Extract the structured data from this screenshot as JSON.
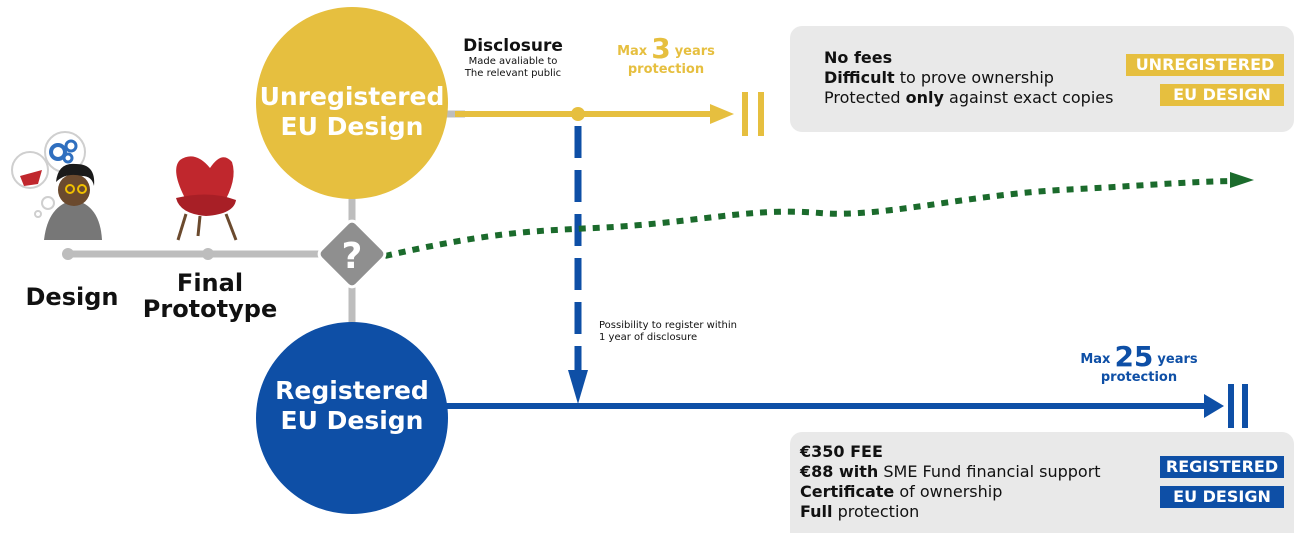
{
  "steps": {
    "design": "Design",
    "final_line1": "Final",
    "final_line2": "Prototype"
  },
  "unregistered": {
    "circle_line1": "Unregistered",
    "circle_line2": "EU Design",
    "disclosure_title": "Disclosure",
    "disclosure_line1": "Made avaliable to",
    "disclosure_line2": "The relevant public",
    "max_prefix": "Max",
    "max_number": "3",
    "max_unit": "years",
    "max_suffix": "protection",
    "info": {
      "l1_bold": "No fees",
      "l2_bold": "Difficult",
      "l2_rest": " to prove ownership",
      "l3_a": "Protected ",
      "l3_bold": "only",
      "l3_b": " against exact copies"
    },
    "tag_line1": "UNREGISTERED",
    "tag_line2": "EU DESIGN"
  },
  "registered": {
    "circle_line1": "Registered",
    "circle_line2": "EU Design",
    "register_note_line1": "Possibility to register within",
    "register_note_line2": "1 year of disclosure",
    "max_prefix": "Max",
    "max_number": "25",
    "max_unit": "years",
    "max_suffix": "protection",
    "info": {
      "l1_bold": "€350 FEE",
      "l2_bold": "€88 with",
      "l2_rest": " SME Fund financial support",
      "l3_bold": "Certificate",
      "l3_rest": " of ownership",
      "l4_bold": "Full",
      "l4_rest": " protection"
    },
    "tag_line1": "REGISTERED",
    "tag_line2": "EU DESIGN"
  },
  "decision_symbol": "?",
  "colors": {
    "yellow": "#e6bf3f",
    "blue": "#0e4fa6",
    "green": "#1b6b2c",
    "gray": "#bdbdbd",
    "diamond": "#8f8f8f"
  },
  "icons": [
    "person-thinking-icon",
    "gears-icon",
    "red-chair-icon"
  ]
}
